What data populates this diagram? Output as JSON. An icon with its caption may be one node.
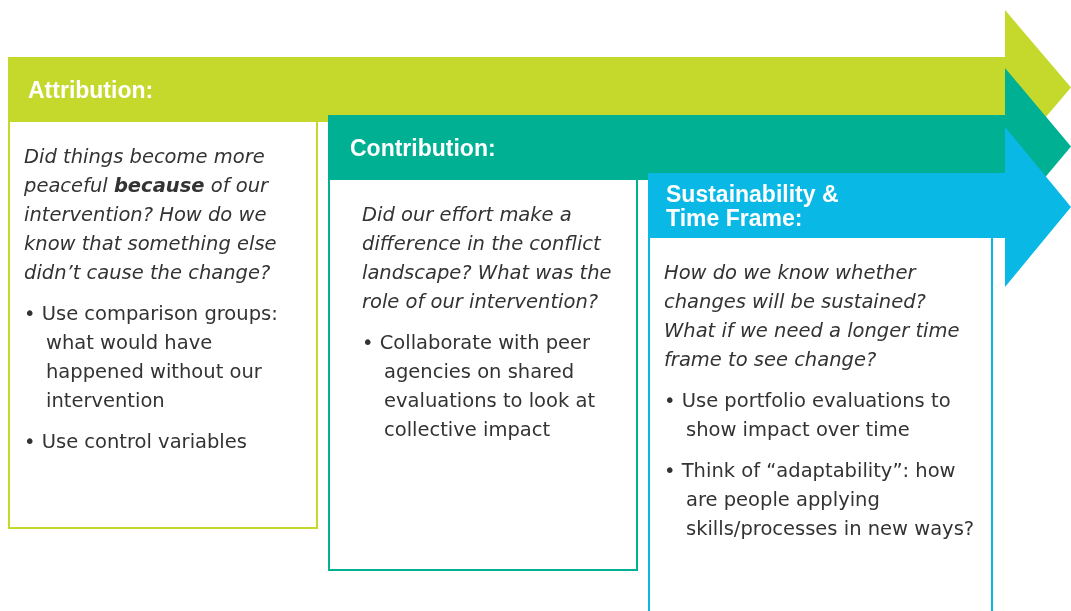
{
  "diagram": {
    "nodes": [
      {
        "text": [
          "Attribution:"
        ]
      },
      {
        "text": [
          "Did things become more peaceful **because** of our intervention? How do we know that something else didn’t cause the change?",
          "• Use comparison groups: what would have happened without our intervention",
          "• Use control variables"
        ]
      },
      {
        "text": [
          "Contribution:"
        ]
      },
      {
        "text": [
          "Did our effort make a difference in the conflict landscape? What was the role of our intervention?",
          "• Collaborate with peer agencies on shared evaluations to look at collective impact"
        ]
      },
      {
        "text": [
          "Sustainability & Time Frame:"
        ]
      },
      {
        "text": [
          "How do we know whether changes will be sustained? What if we need a longer time frame to see change?",
          "• Use portfolio evaluations to show impact over time",
          "• Think of “adaptability”: how are people applying skills/processes in new ways?"
        ]
      }
    ]
  }
}
